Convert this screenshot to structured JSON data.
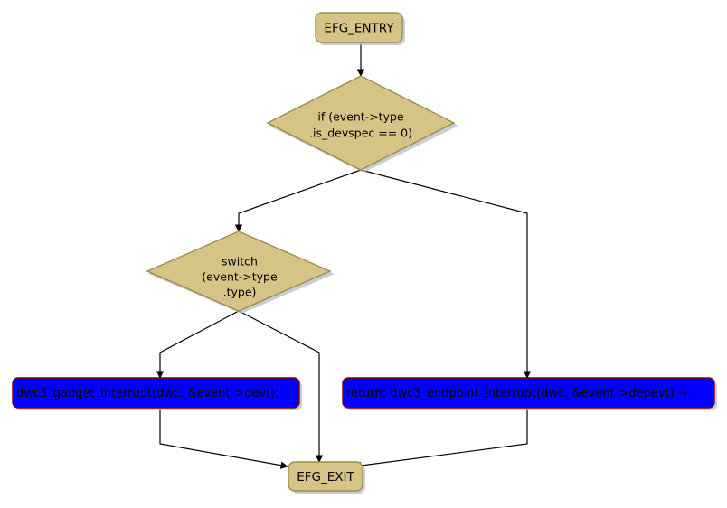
{
  "diagram": {
    "title": "EFG control flow graph",
    "type": "flowchart",
    "colors": {
      "terminal_fill": "#d6c486",
      "terminal_stroke": "#9a8e4c",
      "decision_fill": "#d6c486",
      "decision_stroke": "#9a8e4c",
      "action_fill": "#0000ff",
      "action_stroke": "#7e0000",
      "edge_stroke": "#000000",
      "text_fill": "#000000",
      "shadow": "#b8bccb",
      "background": "#ffffff"
    },
    "nodes": [
      {
        "id": "entry",
        "kind": "terminal",
        "label": "EFG_ENTRY",
        "lines": [
          "EFG_ENTRY"
        ]
      },
      {
        "id": "decision_devspec",
        "kind": "decision",
        "label": "if (event->type .is_devspec == 0)",
        "lines": [
          "if (event->type",
          ".is_devspec == 0)"
        ]
      },
      {
        "id": "decision_switch",
        "kind": "decision",
        "label": "switch (event->type .type)",
        "lines": [
          "switch",
          "(event->type",
          ".type)"
        ]
      },
      {
        "id": "action_gadget",
        "kind": "action",
        "label": "dwc3_gadget_interrupt(dwc, &event->devt);",
        "lines": [
          "dwc3_gadget_interrupt(dwc, &event->devt);"
        ]
      },
      {
        "id": "action_endpoint",
        "kind": "action",
        "label": "return; dwc3_endpoint_interrupt(dwc, &event->depevt) →",
        "lines": [
          "return; dwc3_endpoint_interrupt(dwc, &event->depevt) →"
        ]
      },
      {
        "id": "exit",
        "kind": "terminal",
        "label": "EFG_EXIT",
        "lines": [
          "EFG_EXIT"
        ]
      }
    ],
    "edges": [
      {
        "id": "e1",
        "from": "entry",
        "to": "decision_devspec",
        "label": ""
      },
      {
        "id": "e2",
        "from": "decision_devspec",
        "to": "decision_switch",
        "label": ""
      },
      {
        "id": "e3",
        "from": "decision_devspec",
        "to": "action_endpoint",
        "label": ""
      },
      {
        "id": "e4",
        "from": "decision_switch",
        "to": "action_gadget",
        "label": ""
      },
      {
        "id": "e5",
        "from": "decision_switch",
        "to": "exit",
        "label": ""
      },
      {
        "id": "e6",
        "from": "action_gadget",
        "to": "exit",
        "label": ""
      },
      {
        "id": "e7",
        "from": "action_endpoint",
        "to": "exit",
        "label": ""
      }
    ]
  }
}
